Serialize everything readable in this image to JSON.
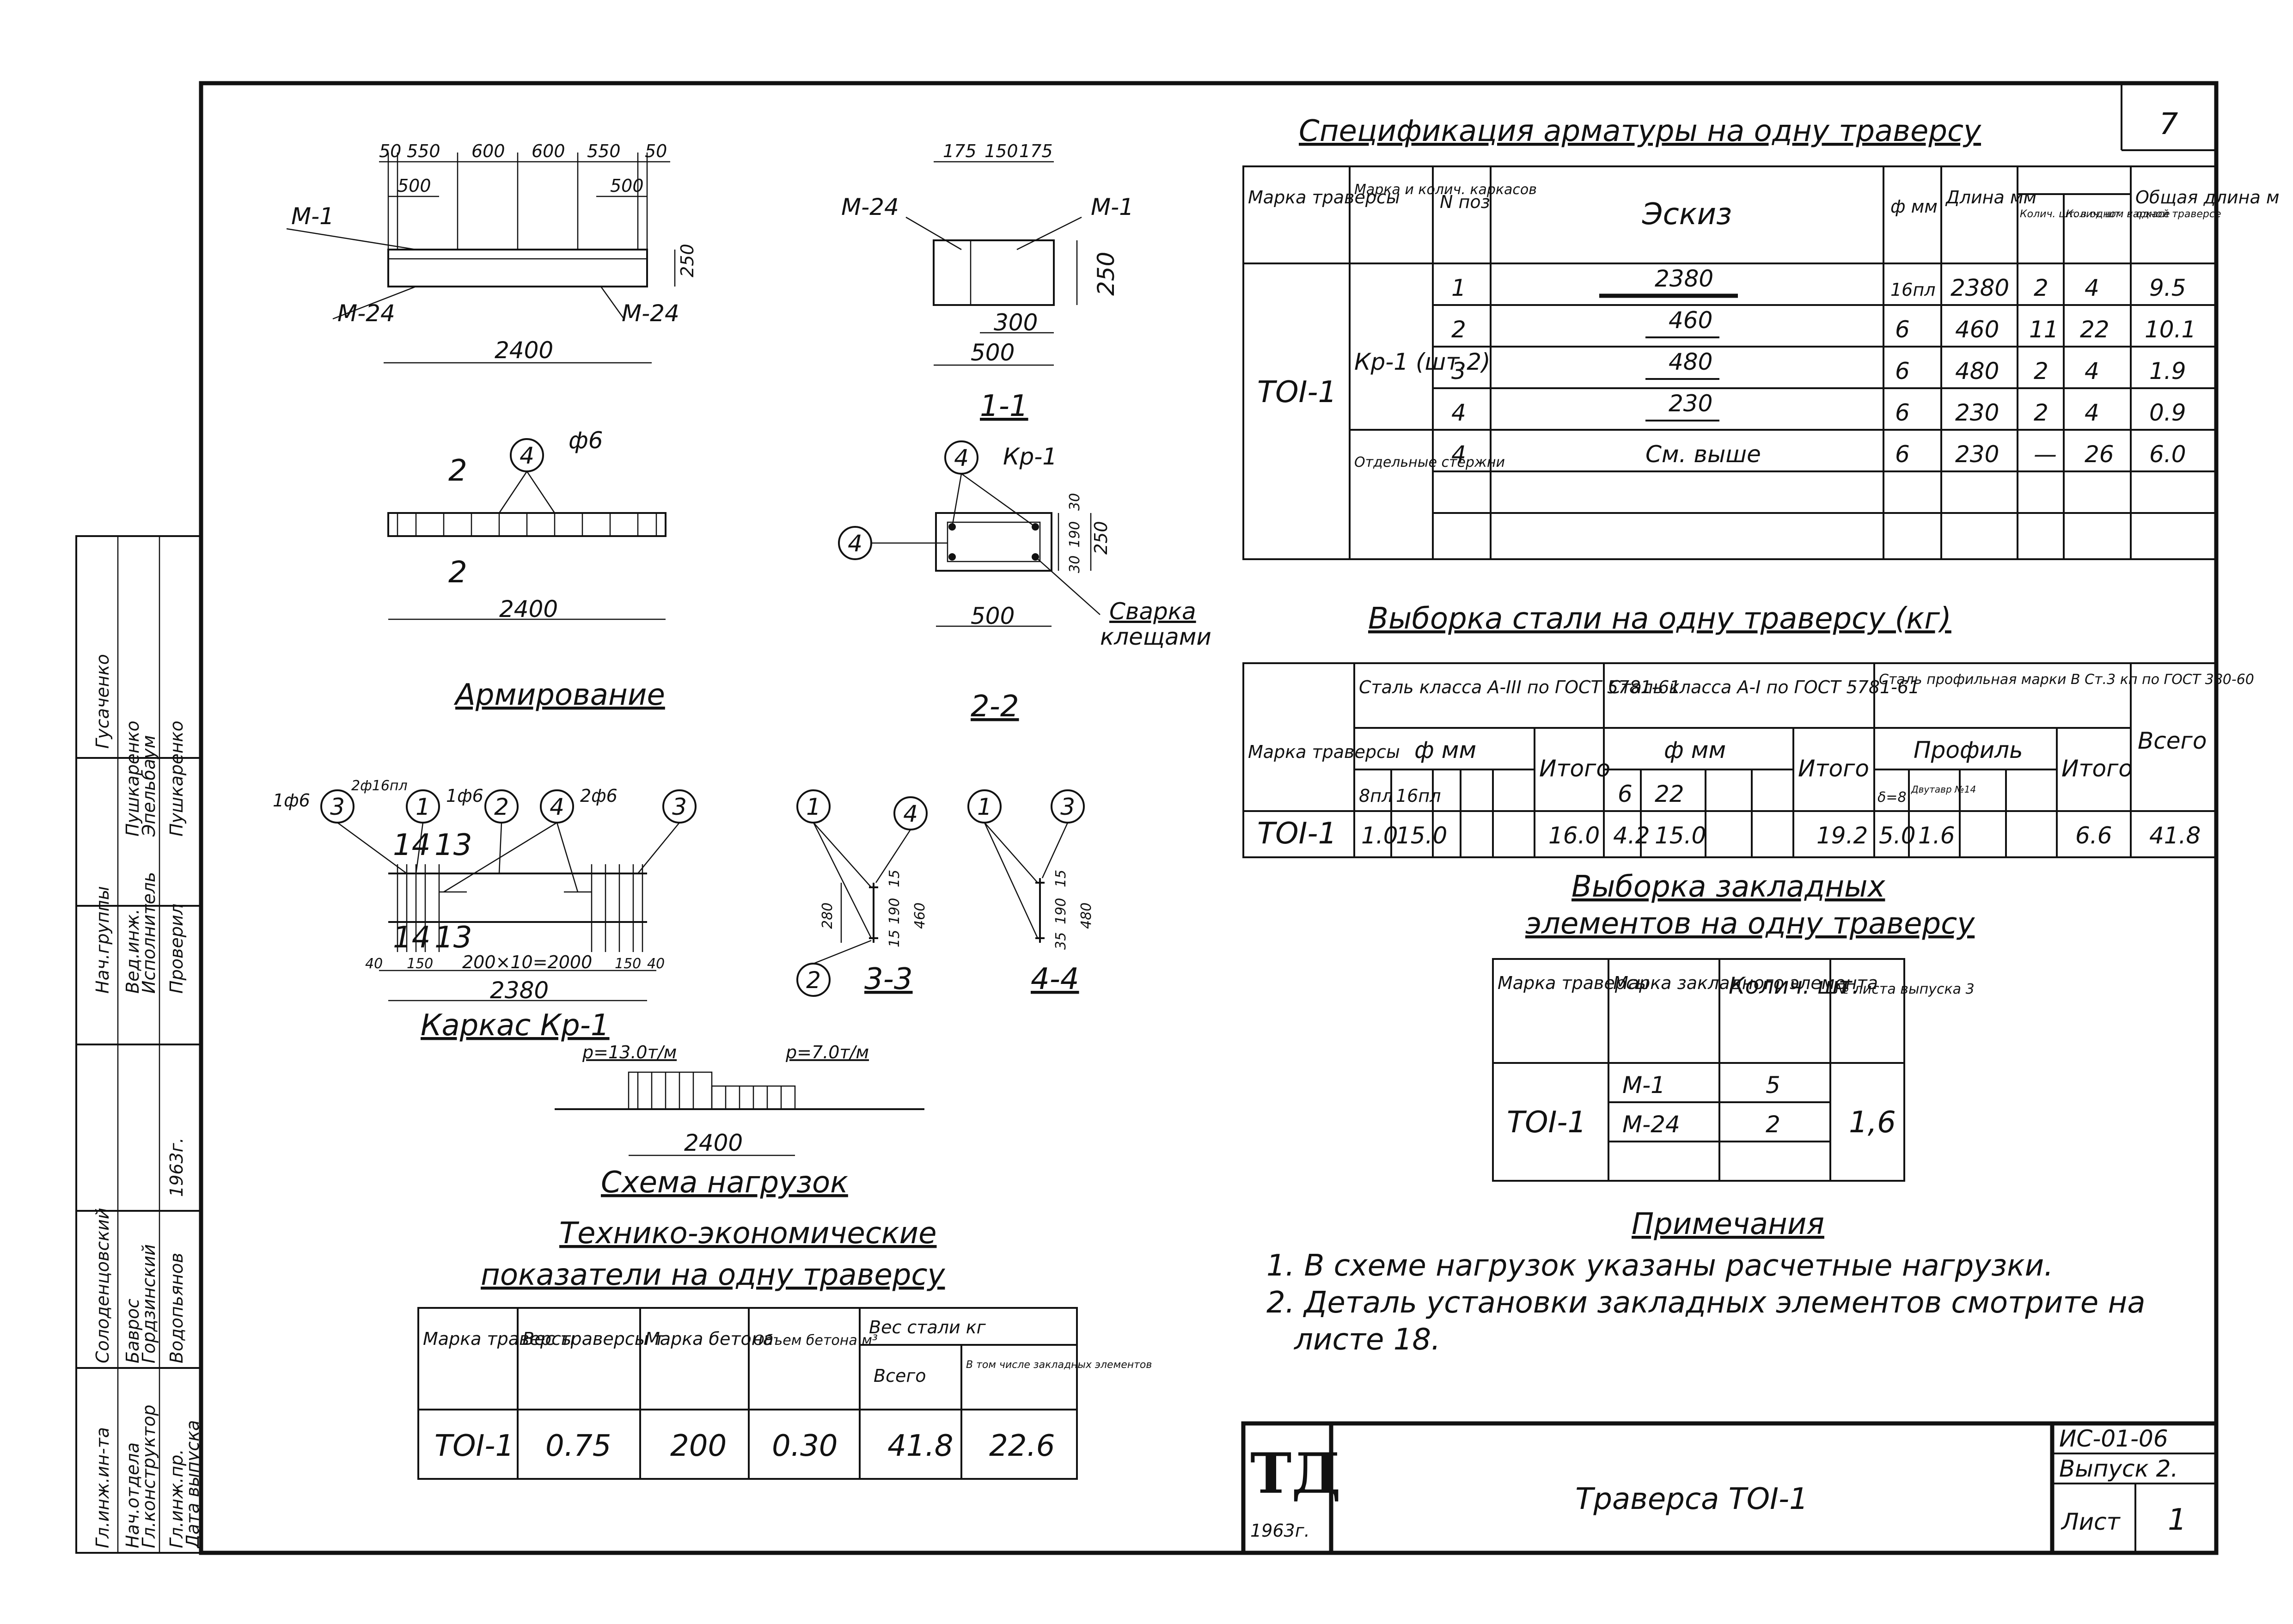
{
  "sheet": {
    "page_number": "7",
    "code": "ИС-01-06",
    "issue": "Выпуск 2.",
    "sheet_label": "Лист",
    "sheet_no": "1",
    "title": "Траверса ТОI-1",
    "logo_text": "ТД",
    "logo_year": "1963г."
  },
  "stamp": {
    "rows": [
      {
        "role": "Гл.инж.ин-та",
        "name": "Солоденцовский",
        "role2": "Нач.группы",
        "name2": "Гусаченко"
      },
      {
        "role": "Нач.отдела",
        "name": "Баврос",
        "role2": "Вед.инж.",
        "name2": "Пушкаренко"
      },
      {
        "role": "Гл.конструктор",
        "name": "Гордзинский",
        "role2": "Исполнитель",
        "name2": "Эпельбаум"
      },
      {
        "role": "Гл.инж.пр.",
        "name": "Водопьянов",
        "role2": "Проверил",
        "name2": "Пушкаренко"
      }
    ],
    "date_label": "Дата выпуска",
    "date_value": "1963г."
  },
  "drawings": {
    "plan_dims": [
      "50",
      "550",
      "600",
      "600",
      "550",
      "50"
    ],
    "plan_sub": [
      "500",
      "500"
    ],
    "plan_total": "2400",
    "plan_h": "250",
    "plan_marks": [
      "М-1",
      "М-24",
      "М-24"
    ],
    "sec_dims": [
      "175",
      "150",
      "175"
    ],
    "sec_sub": "300",
    "sec_w": "500",
    "sec_h": "250",
    "sec_marks": [
      "М-24",
      "М-1"
    ],
    "section_1_1": "1-1",
    "section_2_2": "2-2",
    "reinf_label": "Армирование",
    "reinf_total": "2400",
    "reinf_bar": "ф6",
    "reinf_pos": "4",
    "reinf_cut": "2",
    "kr_label": "Кр-1",
    "sec22_dims": [
      "30",
      "190",
      "30"
    ],
    "sec22_h": "250",
    "sec22_w": "500",
    "sec22_weld": [
      "Сварка",
      "клещами"
    ],
    "cage_label": "Каркас Кр-1",
    "cage_top": [
      "1ф6",
      "3",
      "2ф16пл",
      "1",
      "1ф6",
      "2",
      "4",
      "2ф6",
      "3"
    ],
    "cage_cuts": [
      "14",
      "13"
    ],
    "cage_dims": [
      "40",
      "150",
      "200×10=2000",
      "150",
      "40"
    ],
    "cage_total": "2380",
    "sec33_label": "3-3",
    "sec44_label": "4-4",
    "sec33_dims": [
      "280",
      "15",
      "190",
      "15",
      "460"
    ],
    "sec44_dims": [
      "15",
      "190",
      "35",
      "480"
    ],
    "load_p1": "p=13.0т/м",
    "load_p2": "p=7.0т/м",
    "load_span": "2400",
    "load_label": "Схема нагрузок"
  },
  "spec_table": {
    "title": "Спецификация арматуры на одну траверсу",
    "headers": [
      "Марка траверсы",
      "Марка и колич. каркасов",
      "N поз",
      "Эскиз",
      "ф мм",
      "Длина мм",
      "Колич. шт. в одном каркасе",
      "Колич. шт. в одной траверсе",
      "Общая длина м"
    ],
    "mark": "ТОI-1",
    "frame": "Кр-1 (шт.2)",
    "separate": "Отдельные стержни",
    "rows": [
      {
        "pos": "1",
        "sketch": "2380",
        "d": "16пл",
        "len": "2380",
        "n1": "2",
        "n2": "4",
        "total": "9.5"
      },
      {
        "pos": "2",
        "sketch": "460",
        "d": "6",
        "len": "460",
        "n1": "11",
        "n2": "22",
        "total": "10.1"
      },
      {
        "pos": "3",
        "sketch": "480",
        "d": "6",
        "len": "480",
        "n1": "2",
        "n2": "4",
        "total": "1.9"
      },
      {
        "pos": "4",
        "sketch": "230",
        "d": "6",
        "len": "230",
        "n1": "2",
        "n2": "4",
        "total": "0.9"
      },
      {
        "pos": "4",
        "sketch": "См. выше",
        "d": "6",
        "len": "230",
        "n1": "—",
        "n2": "26",
        "total": "6.0"
      }
    ]
  },
  "steel_table": {
    "title": "Выборка стали на одну траверсу (кг)",
    "h_mark": "Марка траверсы",
    "h_a3": "Сталь класса А-III по ГОСТ 5781-61",
    "h_a1": "Сталь класса А-I по ГОСТ 5781-61",
    "h_prof": "Сталь профильная марки В Ст.3 кп по ГОСТ 380-60",
    "h_d": "ф мм",
    "h_profile": "Профиль",
    "h_itogo": "Итого",
    "h_total": "Всего",
    "sub_a3": [
      "8пл",
      "16пл"
    ],
    "sub_a1": [
      "6",
      "22"
    ],
    "sub_prof": [
      "δ=8",
      "Двутавр №14"
    ],
    "row": {
      "mark": "ТОI-1",
      "a3_1": "1.0",
      "a3_2": "15.0",
      "a3_itogo": "16.0",
      "a1_1": "4.2",
      "a1_2": "15.0",
      "a1_itogo": "19.2",
      "p1": "5.0",
      "p2": "1.6",
      "p_itogo": "6.6",
      "total": "41.8"
    }
  },
  "embed_table": {
    "title1": "Выборка закладных",
    "title2": "элементов на одну траверсу",
    "headers": [
      "Марка траверсы",
      "Марка закладного элемента",
      "Колич. шт.",
      "№ листа выпуска 3"
    ],
    "mark": "ТОI-1",
    "rows": [
      {
        "el": "М-1",
        "n": "5"
      },
      {
        "el": "М-24",
        "n": "2"
      }
    ],
    "sheets": "1,6"
  },
  "notes": {
    "title": "Примечания",
    "lines": [
      "1. В схеме нагрузок указаны расчетные нагрузки.",
      "2. Деталь установки закладных элементов смотрите на",
      "листе 18."
    ]
  },
  "tech_table": {
    "title1": "Технико-экономические",
    "title2": "показатели на одну траверсу",
    "headers": [
      "Марка траверсы",
      "Вес траверсы т",
      "Марка бетона",
      "Объем бетона м³",
      "Вес стали кг",
      "Всего",
      "В том числе закладных элементов"
    ],
    "row": {
      "mark": "ТОI-1",
      "weight": "0.75",
      "grade": "200",
      "volume": "0.30",
      "steel": "41.8",
      "embed": "22.6"
    }
  }
}
